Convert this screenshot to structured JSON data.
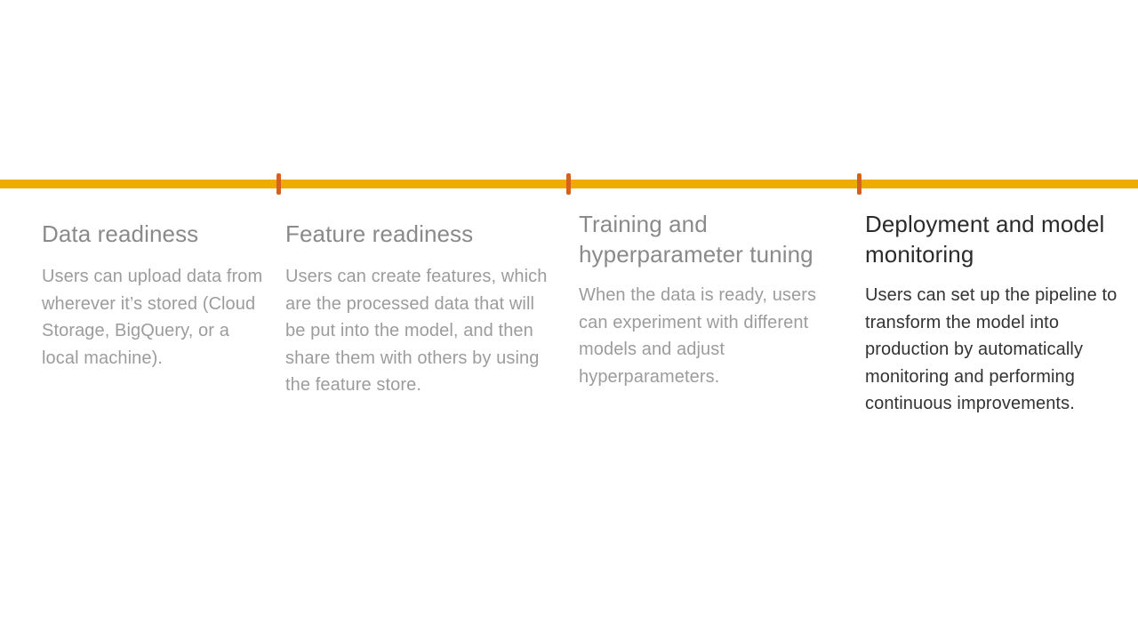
{
  "colors": {
    "timeline": "#f0ab00",
    "tick": "#d5611c",
    "muted_title": "#8a8a8a",
    "muted_text": "#9c9c9c",
    "active_text": "#2b2b2b"
  },
  "stages": [
    {
      "title": "Data readiness",
      "description": "Users can upload data from wherever it’s stored (Cloud Storage, BigQuery, or a local machine).",
      "state": "muted"
    },
    {
      "title": "Feature readiness",
      "description": "Users can create features, which are the processed data that will be put into the model, and then share them with others by using the feature store.",
      "state": "muted"
    },
    {
      "title": "Training and hyperparameter tuning",
      "description": "When the data is ready, users can experiment with different models and adjust hyperparameters.",
      "state": "muted"
    },
    {
      "title": "Deployment and model monitoring",
      "description": "Users can set up the pipeline to transform the model into production by automatically monitoring and performing continuous improvements.",
      "state": "active"
    }
  ]
}
